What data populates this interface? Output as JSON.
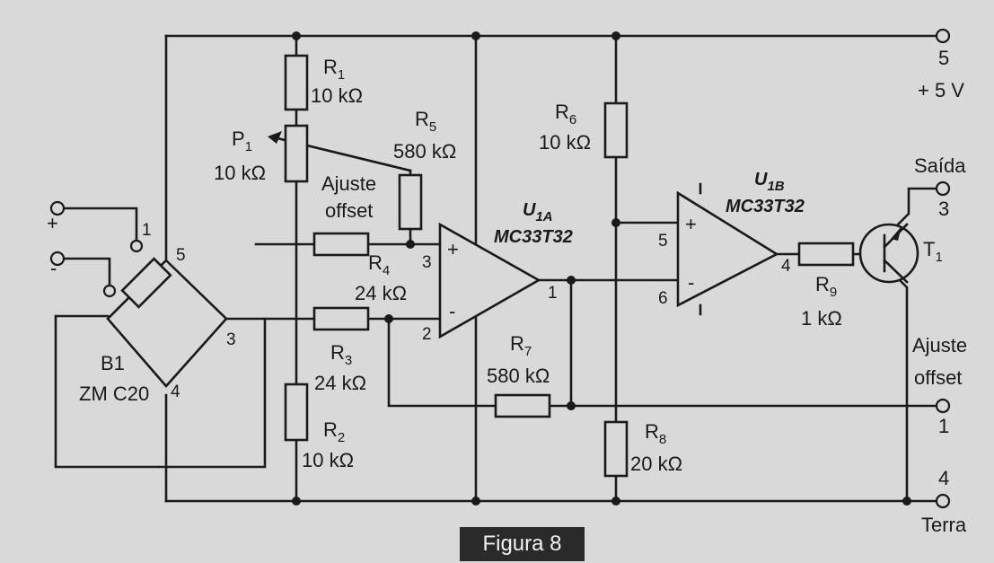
{
  "figure": {
    "caption": "Figura 8"
  },
  "components": {
    "R1": {
      "ref": "R",
      "sub": "1",
      "value": "10 kΩ"
    },
    "R2": {
      "ref": "R",
      "sub": "2",
      "value": "10 kΩ"
    },
    "R3": {
      "ref": "R",
      "sub": "3",
      "value": "24 kΩ"
    },
    "R4": {
      "ref": "R",
      "sub": "4",
      "value": "24 kΩ"
    },
    "R5": {
      "ref": "R",
      "sub": "5",
      "value": "580 kΩ"
    },
    "R6": {
      "ref": "R",
      "sub": "6",
      "value": "10 kΩ"
    },
    "R7": {
      "ref": "R",
      "sub": "7",
      "value": "580 kΩ"
    },
    "R8": {
      "ref": "R",
      "sub": "8",
      "value": "20 kΩ"
    },
    "R9": {
      "ref": "R",
      "sub": "9",
      "value": "1 kΩ"
    },
    "P1": {
      "ref": "P",
      "sub": "1",
      "value": "10 kΩ",
      "note_line1": "Ajuste",
      "note_line2": "offset"
    },
    "U1A": {
      "ref": "U",
      "sub": "1A",
      "part": "MC33T32"
    },
    "U1B": {
      "ref": "U",
      "sub": "1B",
      "part": "MC33T32"
    },
    "T1": {
      "ref": "T",
      "sub": "1"
    },
    "B1": {
      "ref": "B1",
      "part": "ZM C20"
    }
  },
  "pins": {
    "b1_1": "1",
    "b1_5": "5",
    "b1_3": "3",
    "b1_4": "4",
    "u1a_plus_num": "3",
    "u1a_minus_num": "2",
    "u1a_out_num": "1",
    "u1b_plus_num": "5",
    "u1b_minus_num": "6",
    "u1b_out_num": "4",
    "plus_sign": "+",
    "minus_sign": "-"
  },
  "input_terminals": {
    "plus": "+",
    "minus": "-"
  },
  "terminals": {
    "t5": {
      "num": "5",
      "label": "+ 5 V"
    },
    "t3": {
      "num": "3",
      "label": "Saída"
    },
    "t1": {
      "num": "1",
      "label_line1": "Ajuste",
      "label_line2": "offset"
    },
    "t4": {
      "num": "4",
      "label": "Terra"
    }
  }
}
